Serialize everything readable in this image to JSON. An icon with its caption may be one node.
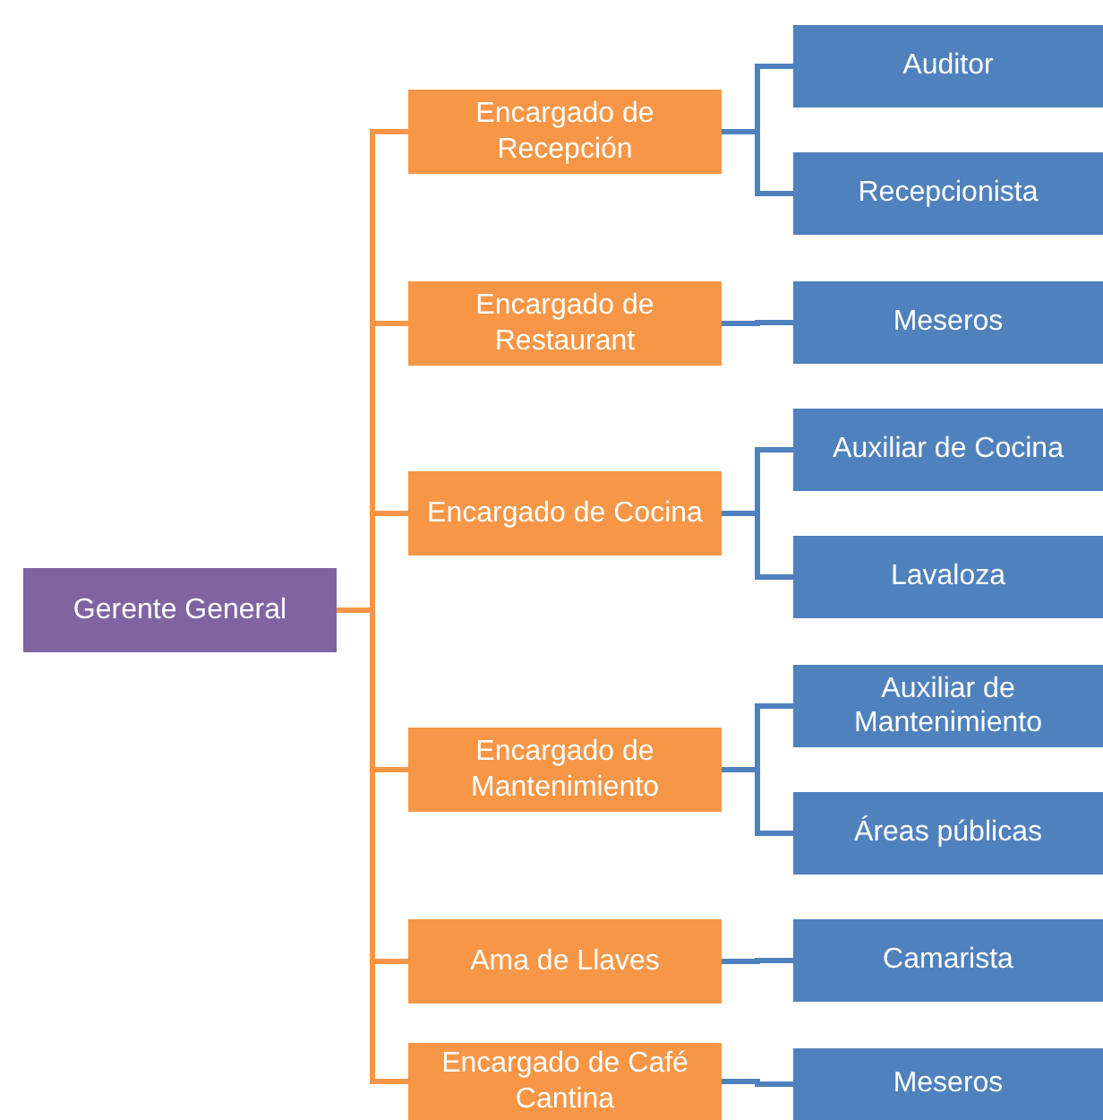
{
  "diagram": {
    "nodes": [
      {
        "text": [
          "Gerente General"
        ]
      },
      {
        "text": [
          "Encargado de Recepción"
        ]
      },
      {
        "text": [
          "Auditor"
        ]
      },
      {
        "text": [
          "Recepcionista"
        ]
      },
      {
        "text": [
          "Encargado de Restaurant"
        ]
      },
      {
        "text": [
          "Meseros"
        ]
      },
      {
        "text": [
          "Encargado de Cocina"
        ]
      },
      {
        "text": [
          "Auxiliar de Cocina"
        ]
      },
      {
        "text": [
          "Lavaloza"
        ]
      },
      {
        "text": [
          "Encargado de Mantenimiento"
        ]
      },
      {
        "text": [
          "Auxiliar de Mantenimiento"
        ]
      },
      {
        "text": [
          "Áreas públicas"
        ]
      },
      {
        "text": [
          "Ama de Llaves"
        ]
      },
      {
        "text": [
          "Camarista"
        ]
      },
      {
        "text": [
          "Encargado de Café Cantina"
        ]
      },
      {
        "text": [
          "Meseros"
        ]
      }
    ],
    "edges": [
      {
        "from": 0,
        "to": 1,
        "arrow": "none",
        "color": "#f79646"
      },
      {
        "from": 0,
        "to": 4,
        "arrow": "none",
        "color": "#f79646"
      },
      {
        "from": 0,
        "to": 6,
        "arrow": "none",
        "color": "#f79646"
      },
      {
        "from": 0,
        "to": 9,
        "arrow": "none",
        "color": "#f79646"
      },
      {
        "from": 0,
        "to": 12,
        "arrow": "none",
        "color": "#f79646"
      },
      {
        "from": 0,
        "to": 14,
        "arrow": "none",
        "color": "#f79646"
      },
      {
        "from": 1,
        "to": 2,
        "arrow": "none"
      },
      {
        "from": 1,
        "to": 3,
        "arrow": "none"
      },
      {
        "from": 4,
        "to": 5,
        "arrow": "none"
      },
      {
        "from": 6,
        "to": 7,
        "arrow": "none"
      },
      {
        "from": 6,
        "to": 8,
        "arrow": "none"
      },
      {
        "from": 9,
        "to": 10,
        "arrow": "none"
      },
      {
        "from": 9,
        "to": 11,
        "arrow": "none"
      },
      {
        "from": 12,
        "to": 13,
        "arrow": "none"
      },
      {
        "from": 14,
        "to": 15,
        "arrow": "none"
      }
    ]
  }
}
